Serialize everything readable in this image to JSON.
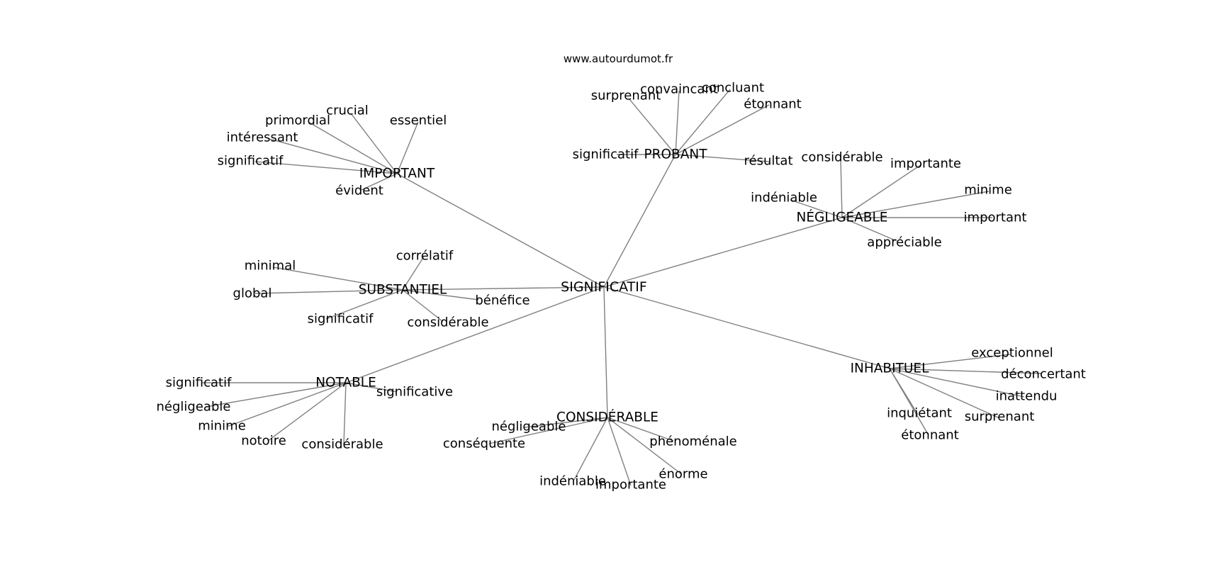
{
  "source_label": "www.autourdumot.fr",
  "center": {
    "id": "center",
    "label": "SIGNIFICATIF"
  },
  "hubs": [
    {
      "id": "important",
      "label": "IMPORTANT",
      "leaves": [
        {
          "id": "important-crucial",
          "label": "crucial"
        },
        {
          "id": "important-primordial",
          "label": "primordial"
        },
        {
          "id": "important-essentiel",
          "label": "essentiel"
        },
        {
          "id": "important-interessant",
          "label": "intéressant"
        },
        {
          "id": "important-significatif",
          "label": "significatif"
        },
        {
          "id": "important-evident",
          "label": "évident"
        }
      ]
    },
    {
      "id": "probant",
      "label": "PROBANT",
      "leaves": [
        {
          "id": "probant-surprenant",
          "label": "surprenant"
        },
        {
          "id": "probant-convaincant",
          "label": "convaincant"
        },
        {
          "id": "probant-concluant",
          "label": "concluant"
        },
        {
          "id": "probant-etonnant",
          "label": "étonnant"
        },
        {
          "id": "probant-significatif",
          "label": "significatif"
        },
        {
          "id": "probant-resultat",
          "label": "résultat"
        }
      ]
    },
    {
      "id": "negligeable",
      "label": "NÉGLIGEABLE",
      "leaves": [
        {
          "id": "negligeable-considerable",
          "label": "considérable"
        },
        {
          "id": "negligeable-importante",
          "label": "importante"
        },
        {
          "id": "negligeable-minime",
          "label": "minime"
        },
        {
          "id": "negligeable-indeniable",
          "label": "indéniable"
        },
        {
          "id": "negligeable-important",
          "label": "important"
        },
        {
          "id": "negligeable-appreciable",
          "label": "appréciable"
        }
      ]
    },
    {
      "id": "substantiel",
      "label": "SUBSTANTIEL",
      "leaves": [
        {
          "id": "substantiel-correlatif",
          "label": "corrélatif"
        },
        {
          "id": "substantiel-minimal",
          "label": "minimal"
        },
        {
          "id": "substantiel-global",
          "label": "global"
        },
        {
          "id": "substantiel-benefice",
          "label": "bénéfice"
        },
        {
          "id": "substantiel-significatif",
          "label": "significatif"
        },
        {
          "id": "substantiel-considerable",
          "label": "considérable"
        }
      ]
    },
    {
      "id": "notable",
      "label": "NOTABLE",
      "leaves": [
        {
          "id": "notable-significatif",
          "label": "significatif"
        },
        {
          "id": "notable-significative",
          "label": "significative"
        },
        {
          "id": "notable-negligeable",
          "label": "négligeable"
        },
        {
          "id": "notable-minime",
          "label": "minime"
        },
        {
          "id": "notable-notoire",
          "label": "notoire"
        },
        {
          "id": "notable-considerable",
          "label": "considérable"
        }
      ]
    },
    {
      "id": "considerable",
      "label": "CONSIDÉRABLE",
      "leaves": [
        {
          "id": "considerable-negligeable",
          "label": "négligeable"
        },
        {
          "id": "considerable-consequente",
          "label": "conséquente"
        },
        {
          "id": "considerable-phenomenale",
          "label": "phénoménale"
        },
        {
          "id": "considerable-enorme",
          "label": "énorme"
        },
        {
          "id": "considerable-indeniable",
          "label": "indéniable"
        },
        {
          "id": "considerable-importante",
          "label": "importante"
        }
      ]
    },
    {
      "id": "inhabituel",
      "label": "INHABITUEL",
      "leaves": [
        {
          "id": "inhabituel-exceptionnel",
          "label": "exceptionnel"
        },
        {
          "id": "inhabituel-deconcertant",
          "label": "déconcertant"
        },
        {
          "id": "inhabituel-inattendu",
          "label": "inattendu"
        },
        {
          "id": "inhabituel-inquietant",
          "label": "inquiétant"
        },
        {
          "id": "inhabituel-surprenant",
          "label": "surprenant"
        },
        {
          "id": "inhabituel-etonnant",
          "label": "étonnant"
        }
      ]
    }
  ]
}
